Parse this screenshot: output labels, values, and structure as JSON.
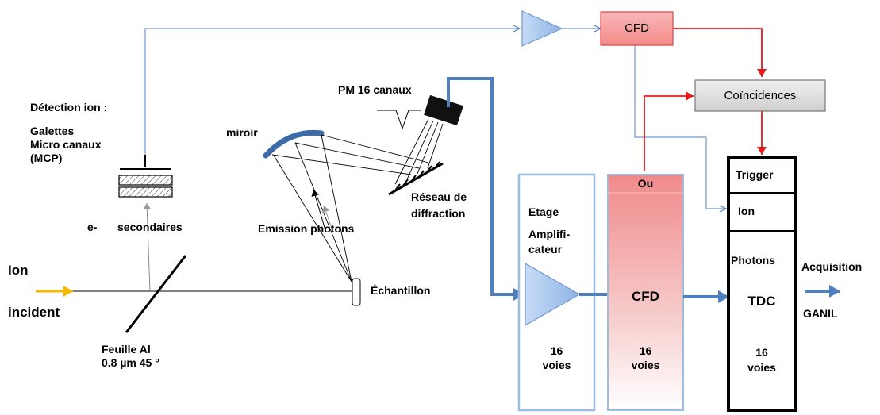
{
  "labels": {
    "detection_title": "Détection ion :",
    "mcp_line1": "Galettes",
    "mcp_line2": "Micro canaux",
    "mcp_line3": "(MCP)",
    "electrons": "e-",
    "secondary": "secondaires",
    "ion_incident_1": "Ion",
    "ion_incident_2": "incident",
    "foil_1": "Feuille Al",
    "foil_2": "0.8 µm 45 °",
    "mirror": "miroir",
    "photon_emission": "Emission photons",
    "sample": "Échantillon",
    "pm": "PM 16 canaux",
    "grating_1": "Réseau de",
    "grating_2": "diffraction",
    "amp_stage_1": "Etage",
    "amp_stage_2": "Amplifi-",
    "amp_stage_3": "cateur",
    "amp_count": "16",
    "amp_ways": "voies",
    "ou": "Ou",
    "cfd_main": "CFD",
    "cfd_count": "16",
    "cfd_ways": "voies",
    "cfd_top": "CFD",
    "coincidences": "Coïncidences",
    "trigger": "Trigger",
    "ion": "Ion",
    "photons": "Photons",
    "tdc": "TDC",
    "tdc_count": "16",
    "tdc_ways": "voies",
    "acquisition": "Acquisition",
    "ganil": "GANIL"
  },
  "colors": {
    "blue_signal": "#4f7fc0",
    "red_signal": "#e31a1c",
    "ion_beam": "#f5b800",
    "cfd_top_fill": "#f4a0a0",
    "coincidence_fill": "#d9d9d9",
    "amp_border": "#9dbde0",
    "triangle_fill": "#a9c6ee"
  }
}
